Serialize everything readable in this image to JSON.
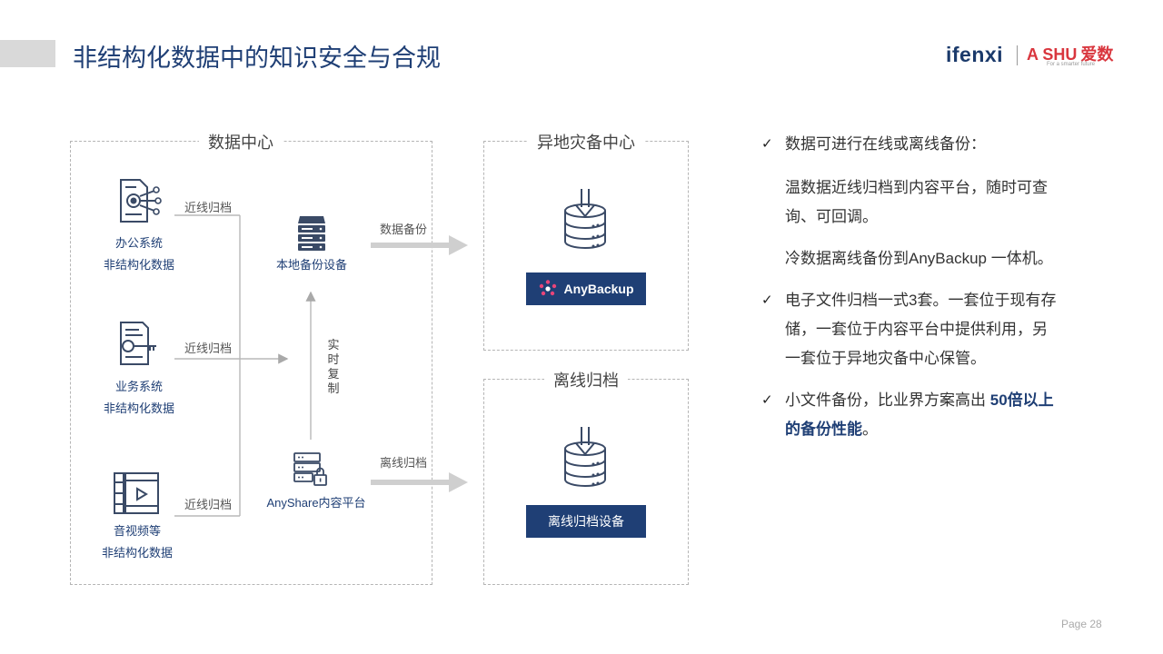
{
  "title": "非结构化数据中的知识安全与合规",
  "logos": {
    "ifenxi": "ifenxi",
    "aishu_latin": "A SHU",
    "aishu_cn": "爱数",
    "aishu_tagline": "For a smarter future"
  },
  "data_center": {
    "title": "数据中心",
    "sources": [
      {
        "name": "办公系统",
        "sub": "非结构化数据",
        "icon": "document-target-icon",
        "link": "近线归档"
      },
      {
        "name": "业务系统",
        "sub": "非结构化数据",
        "icon": "document-key-icon",
        "link": "近线归档"
      },
      {
        "name": "音视频等",
        "sub": "非结构化数据",
        "icon": "video-file-icon",
        "link": "近线归档"
      }
    ],
    "local_backup": "本地备份设备",
    "realtime_copy": "实时复制",
    "anyshare": "AnyShare内容平台"
  },
  "flows": {
    "backup": "数据备份",
    "offline": "离线归档"
  },
  "remote_center": {
    "title": "异地灾备中心",
    "product": "AnyBackup"
  },
  "offline_archive": {
    "title": "离线归档",
    "product": "离线归档设备"
  },
  "bullets": {
    "b1_head": "数据可进行在线或离线备份：",
    "b1_sub1": "温数据近线归档到内容平台，随时可查询、可回调。",
    "b1_sub2": "冷数据离线备份到AnyBackup 一体机。",
    "b2": "电子文件归档一式3套。一套位于现有存储，一套位于内容平台中提供利用，另一套位于异地灾备中心保管。",
    "b3_plain": "小文件备份，比业界方案高出 ",
    "b3_highlight": "50倍以上的备份性能",
    "b3_end": "。"
  },
  "page_label": "Page  28",
  "colors": {
    "navy": "#1f3f75",
    "dash": "#b5b5b5",
    "arrow": "#cfcfcf",
    "red": "#d9363e"
  }
}
